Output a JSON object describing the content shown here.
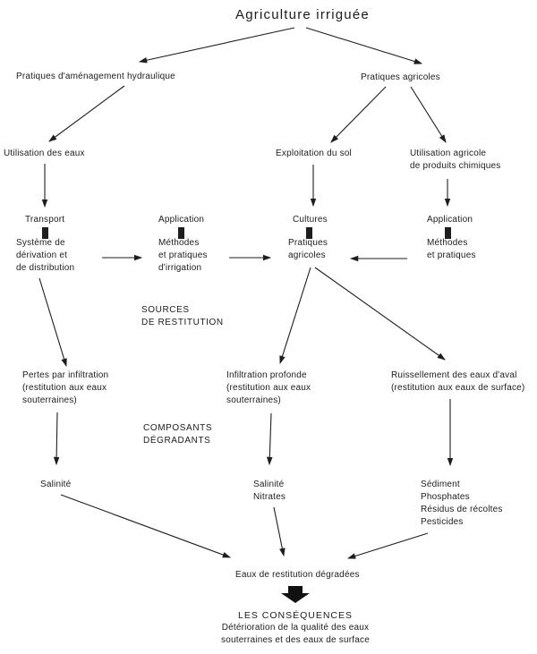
{
  "title": "Agriculture irriguée",
  "nodes": {
    "amenagement": "Pratiques d'aménagement hydraulique",
    "pratiques_agricoles_haut": "Pratiques agricoles",
    "utilisation_eaux": "Utilisation des eaux",
    "exploitation_sol": "Exploitation du sol",
    "utilisation_agricole": "Utilisation agricole\nde produits chimiques",
    "transport": "Transport",
    "systeme_derivation": "Système de\ndérivation et\nde distribution",
    "application_gauche": "Application",
    "methodes_irrigation": "Méthodes\net pratiques\nd'irrigation",
    "cultures": "Cultures",
    "pratiques_agricoles_centre": "Pratiques\nagricoles",
    "application_droite": "Application",
    "methodes_pratiques": "Méthodes\net pratiques",
    "pertes_infiltration": "Pertes par infiltration\n(restitution aux eaux\nsouterraines)",
    "infiltration_profonde": "Infiltration profonde\n(restitution aux eaux\nsouterraines)",
    "ruissellement": "Ruissellement des eaux d'aval\n(restitution aux eaux de surface)",
    "salinite": "Salinité",
    "salinite_nitrates": "Salinité\nNitrates",
    "sediments": "Sédiment\nPhosphates\nRésidus de récoltes\nPesticides",
    "eaux_restitution": "Eaux de restitution dégradées"
  },
  "section_labels": {
    "sources": "SOURCES\nDE RESTITUTION",
    "composants": "COMPOSANTS\nDÉGRADANTS"
  },
  "consequences": {
    "title": "LES CONSÉQUENCES",
    "description": "Détérioration de la qualité des eaux\nsouterraines et des eaux de surface"
  },
  "colors": {
    "ink": "#1c1c1c",
    "background": "#ffffff"
  }
}
